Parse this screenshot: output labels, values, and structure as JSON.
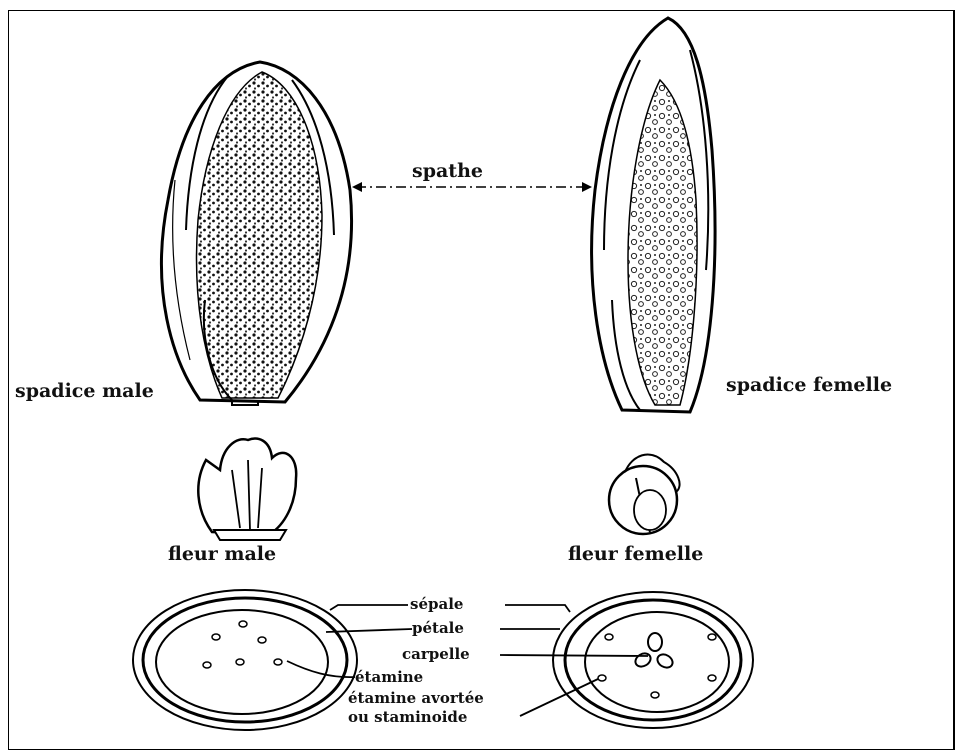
{
  "labels": {
    "spathe": "spathe",
    "spadice_male": "spadice male",
    "spadice_femelle": "spadice femelle",
    "fleur_male": "fleur male",
    "fleur_femelle": "fleur femelle",
    "sepale": "sépale",
    "petale": "pétale",
    "carpelle": "carpelle",
    "etamine": "étamine",
    "etamine_avortee": "étamine avortée",
    "staminoide": "ou staminoide"
  },
  "colors": {
    "ink": "#111111",
    "background": "#ffffff"
  }
}
